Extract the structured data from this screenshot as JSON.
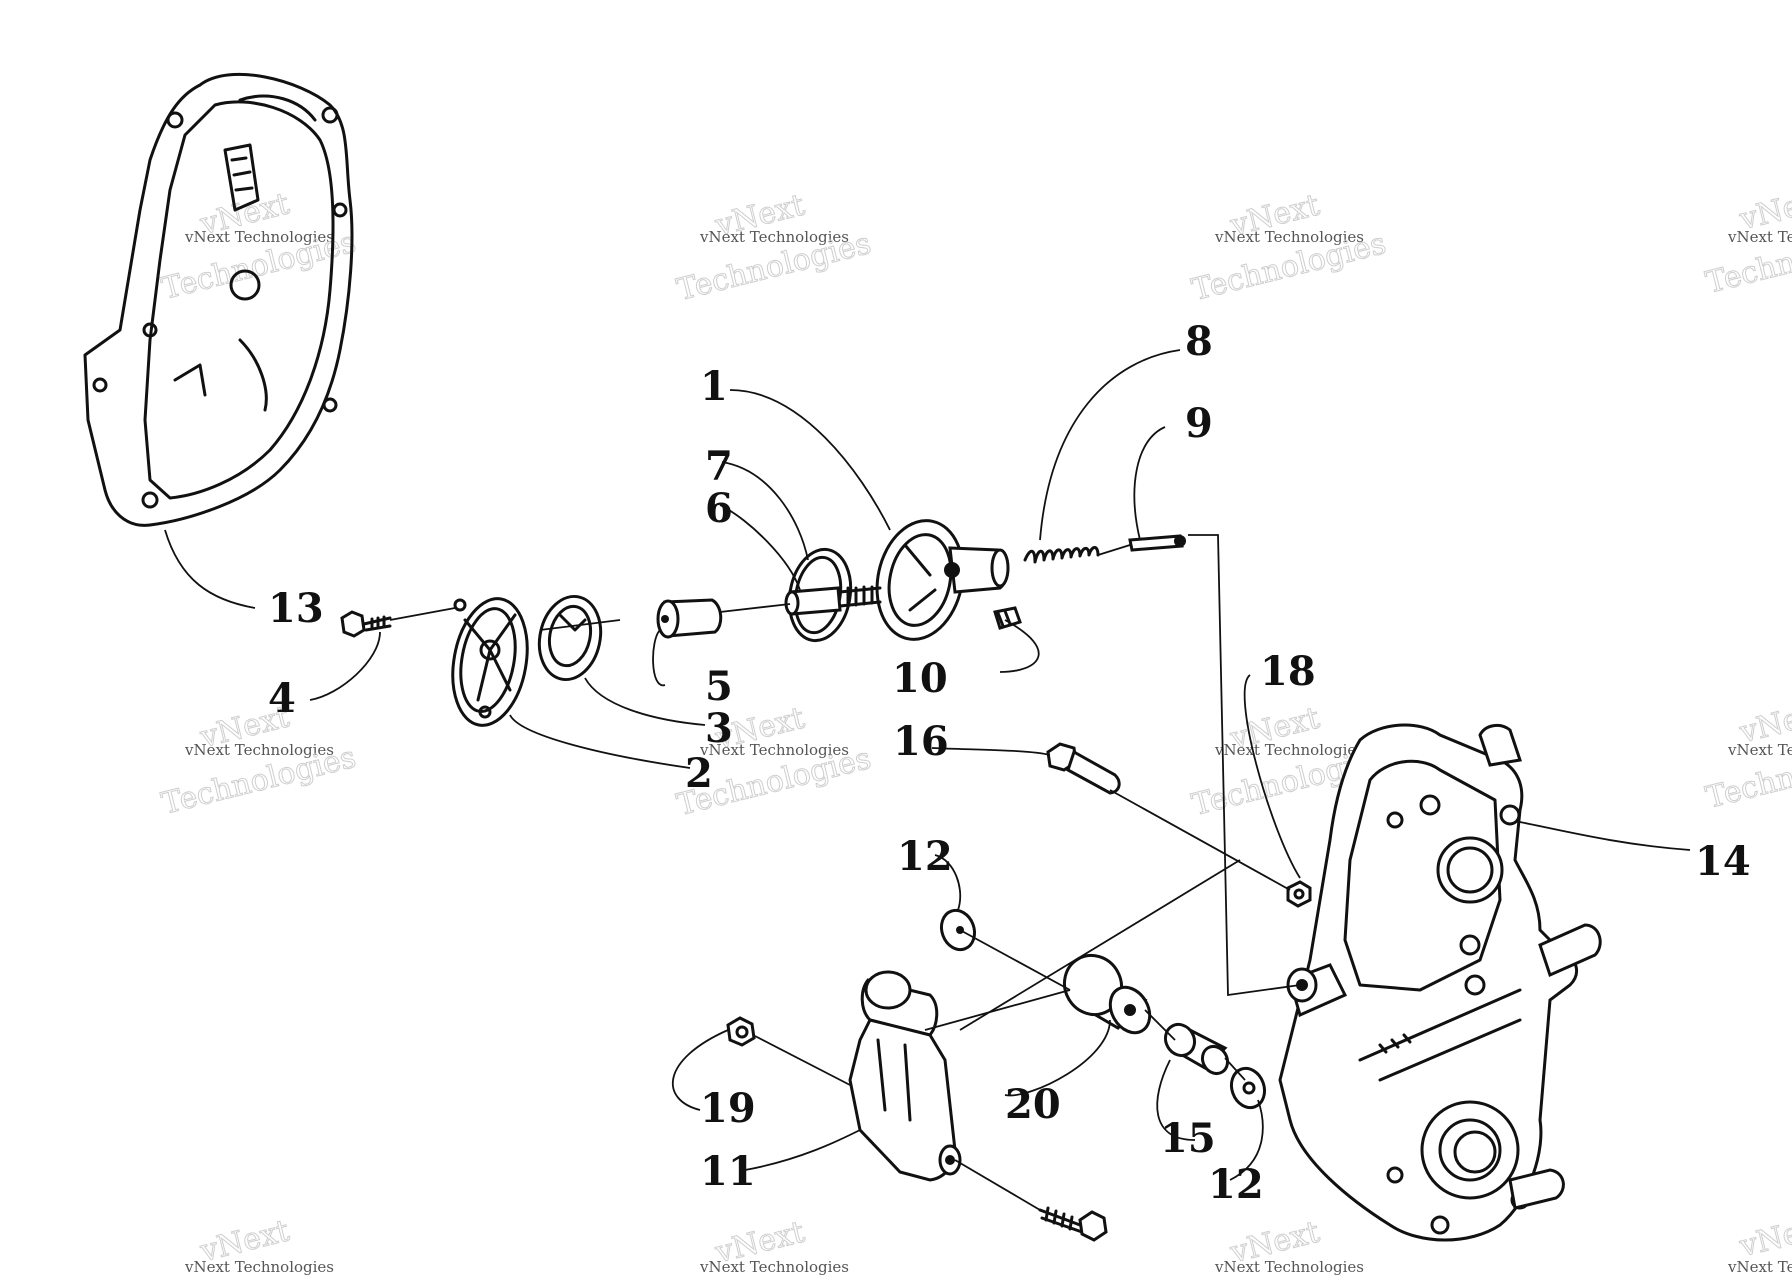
{
  "diagram": {
    "callouts": [
      {
        "id": "c1",
        "text": "1"
      },
      {
        "id": "c2",
        "text": "2"
      },
      {
        "id": "c3",
        "text": "3"
      },
      {
        "id": "c4",
        "text": "4"
      },
      {
        "id": "c5",
        "text": "5"
      },
      {
        "id": "c6",
        "text": "6"
      },
      {
        "id": "c7",
        "text": "7"
      },
      {
        "id": "c8",
        "text": "8"
      },
      {
        "id": "c9",
        "text": "9"
      },
      {
        "id": "c10",
        "text": "10"
      },
      {
        "id": "c11",
        "text": "11"
      },
      {
        "id": "c12a",
        "text": "12"
      },
      {
        "id": "c12b",
        "text": "12"
      },
      {
        "id": "c13",
        "text": "13"
      },
      {
        "id": "c14",
        "text": "14"
      },
      {
        "id": "c15",
        "text": "15"
      },
      {
        "id": "c16",
        "text": "16"
      },
      {
        "id": "c18",
        "text": "18"
      },
      {
        "id": "c19",
        "text": "19"
      },
      {
        "id": "c20",
        "text": "20"
      }
    ]
  },
  "watermark": {
    "line1": "vNext",
    "line2": "vNext Technologies",
    "line3": "Technologies"
  },
  "colors": {
    "ink": "#111111",
    "background": "#ffffff"
  }
}
